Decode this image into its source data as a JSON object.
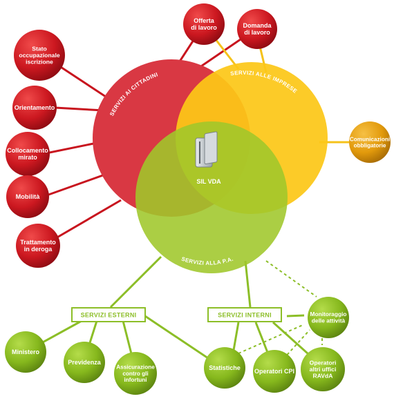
{
  "center": {
    "label": "SIL VDA",
    "icon": "server-icon"
  },
  "circles": {
    "cittadini": {
      "label": "SERVIZI AI CITTADINI",
      "color": "#d93843"
    },
    "imprese": {
      "label": "SERVIZI ALLE IMPRESE",
      "color": "#fcc718"
    },
    "pa": {
      "label": "SERVIZI ALLA P.A.",
      "color": "#9fc72a"
    }
  },
  "cittadini_nodes": [
    {
      "lines": [
        "Stato",
        "occupazionale",
        "iscrizione"
      ]
    },
    {
      "lines": [
        "Orientamento"
      ]
    },
    {
      "lines": [
        "Collocamento",
        "mirato"
      ]
    },
    {
      "lines": [
        "Mobilità"
      ]
    },
    {
      "lines": [
        "Trattamento",
        "in deroga"
      ]
    },
    {
      "lines": [
        "Offerta",
        "di lavoro"
      ]
    },
    {
      "lines": [
        "Domanda",
        "di lavoro"
      ]
    }
  ],
  "imprese_nodes": [
    {
      "lines": [
        "Comunicazioni",
        "obbligatorie"
      ]
    }
  ],
  "boxes": {
    "esterni": "SERVIZI ESTERNI",
    "interni": "SERVIZI INTERNI"
  },
  "esterni_nodes": [
    {
      "lines": [
        "Ministero"
      ]
    },
    {
      "lines": [
        "Previdenza"
      ]
    },
    {
      "lines": [
        "Assicurazione",
        "contro gli",
        "infortuni"
      ]
    }
  ],
  "interni_nodes": [
    {
      "lines": [
        "Statistiche"
      ]
    },
    {
      "lines": [
        "Operatori CPI"
      ]
    },
    {
      "lines": [
        "Operatori",
        "altri uffici",
        "RAVdA"
      ]
    },
    {
      "lines": [
        "Monitoraggio",
        "delle attività"
      ]
    }
  ],
  "colors": {
    "red_node": "#c8141e",
    "orange_node": "#e09b0d",
    "green_node": "#86b81d",
    "red_line": "#c8141e",
    "yellow_line": "#f5c21a",
    "green_line": "#8cbe27"
  }
}
